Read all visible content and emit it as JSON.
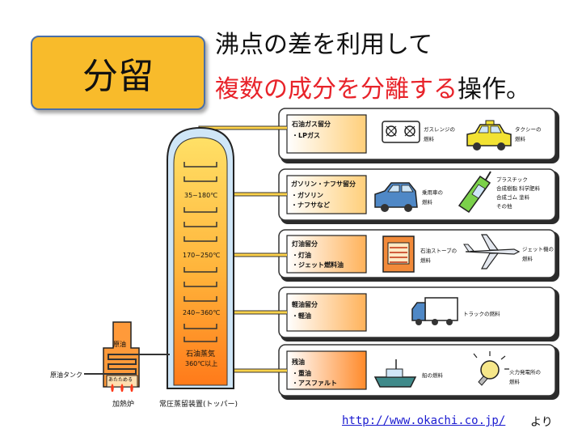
{
  "header": {
    "title": "分留",
    "line1": "沸点の差を利用して",
    "line2_red": "複数の成分を分離する",
    "line2_black": "操作。"
  },
  "tower": {
    "ranges": [
      "35~180℃",
      "170~250℃",
      "240~360℃"
    ],
    "vapor": "石油蒸気",
    "vapor_temp": "360℃以上",
    "caption": "常圧蒸留装置(トッパー)"
  },
  "furnace": {
    "crude": "原油",
    "heating": "あたためる",
    "caption": "加熱炉",
    "tank": "原油タンク"
  },
  "fractions": [
    {
      "name": "石油ガス留分",
      "items": [
        "・LPガス"
      ],
      "uses": [
        {
          "icon": "gas-stove-icon",
          "text": [
            "ガスレンジの",
            "燃料"
          ]
        },
        {
          "icon": "taxi-icon",
          "text": [
            "タクシーの",
            "燃料"
          ]
        }
      ]
    },
    {
      "name": "ガソリン・ナフサ留分",
      "items": [
        "・ガソリン",
        "・ナフサなど"
      ],
      "uses": [
        {
          "icon": "car-icon",
          "text": [
            "乗用車の",
            "燃料"
          ]
        },
        {
          "icon": "mobile-phone-icon",
          "text": [
            "プラスチック",
            "合成樹脂 科学肥料",
            "合成ゴム 塗料",
            "その他"
          ]
        }
      ]
    },
    {
      "name": "灯油留分",
      "items": [
        "・灯油",
        "・ジェット燃料油"
      ],
      "uses": [
        {
          "icon": "oil-stove-icon",
          "text": [
            "石油ストーブの",
            "燃料"
          ]
        },
        {
          "icon": "jet-plane-icon",
          "text": [
            "ジェット機の",
            "燃料"
          ]
        }
      ]
    },
    {
      "name": "軽油留分",
      "items": [
        "・軽油"
      ],
      "uses": [
        {
          "icon": "truck-icon",
          "text": [
            "トラックの燃料"
          ]
        }
      ]
    },
    {
      "name": "残油",
      "items": [
        "・重油",
        "・アスファルト"
      ],
      "uses": [
        {
          "icon": "ship-icon",
          "text": [
            "船の燃料"
          ]
        },
        {
          "icon": "light-bulb-icon",
          "text": [
            "火力発電所の",
            "燃料"
          ]
        }
      ]
    }
  ],
  "source": {
    "url": "http://www.okachi.co.jp/",
    "suffix": "より"
  }
}
